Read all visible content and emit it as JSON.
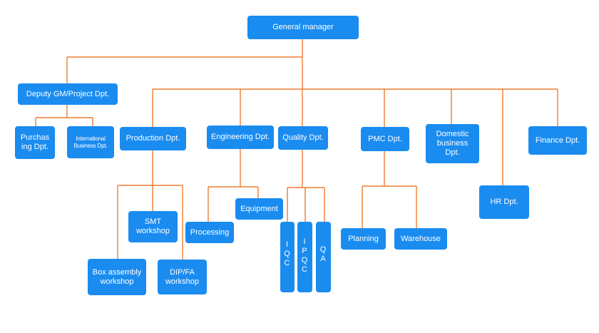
{
  "line_color": "#ee7d31",
  "box_color": "#1a8cf0",
  "nodes": {
    "gm": "General manager",
    "deputy": "Deputy GM/Project Dpt.",
    "purchasing": "Purchas\ning Dpt.",
    "intl": "International\nBusiness Dpt.",
    "production": "Production Dpt.",
    "engineering": "Engineering Dpt.",
    "quality": "Quality Dpt.",
    "pmc": "PMC Dpt.",
    "domestic": "Domestic\nbusiness\nDpt.",
    "finance": "Finance Dpt.",
    "hr": "HR Dpt.",
    "smt": "SMT\nworkshop",
    "box_assembly": "Box assembly\nworkshop",
    "dip": "DIP/FA\nworkshop",
    "processing": "Processing",
    "equipment": "Equipment",
    "iqc": "I\nQ\nC",
    "ipqc": "I\nP\nQ\nC",
    "qa": "Q\nA",
    "planning": "Planning",
    "warehouse": "Warehouse"
  }
}
